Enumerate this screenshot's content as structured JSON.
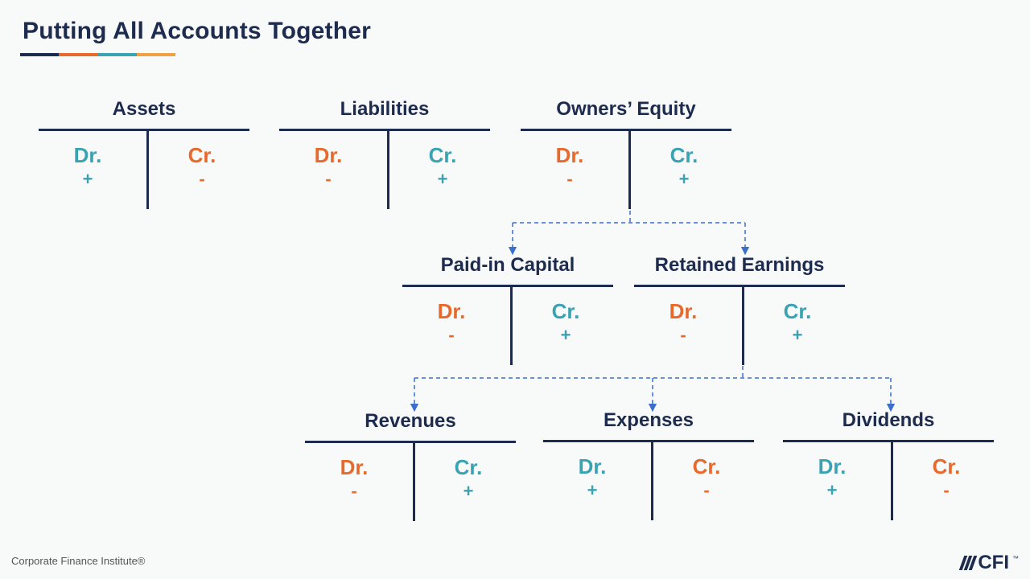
{
  "title": "Putting All Accounts Together",
  "colors": {
    "navy": "#1d2b4e",
    "debit_label": "#3aa3b3",
    "credit_label": "#e8692c",
    "teal": "#3aa3b3",
    "orange": "#e8692c",
    "connector": "#3b6fc9",
    "title_bar": [
      "#1d2b4e",
      "#e8692c",
      "#3aa3b3",
      "#f0a040"
    ]
  },
  "accounts": [
    {
      "id": "assets",
      "title": "Assets",
      "left": {
        "label": "Dr.",
        "sign": "+",
        "color": "teal"
      },
      "right": {
        "label": "Cr.",
        "sign": "-",
        "color": "orange"
      }
    },
    {
      "id": "liabilities",
      "title": "Liabilities",
      "left": {
        "label": "Dr.",
        "sign": "-",
        "color": "orange"
      },
      "right": {
        "label": "Cr.",
        "sign": "+",
        "color": "teal"
      }
    },
    {
      "id": "owners-equity",
      "title": "Owners’ Equity",
      "left": {
        "label": "Dr.",
        "sign": "-",
        "color": "orange"
      },
      "right": {
        "label": "Cr.",
        "sign": "+",
        "color": "teal"
      }
    },
    {
      "id": "paid-in-capital",
      "title": "Paid-in Capital",
      "left": {
        "label": "Dr.",
        "sign": "-",
        "color": "orange"
      },
      "right": {
        "label": "Cr.",
        "sign": "+",
        "color": "teal"
      }
    },
    {
      "id": "retained-earnings",
      "title": "Retained Earnings",
      "left": {
        "label": "Dr.",
        "sign": "-",
        "color": "orange"
      },
      "right": {
        "label": "Cr.",
        "sign": "+",
        "color": "teal"
      }
    },
    {
      "id": "revenues",
      "title": "Revenues",
      "left": {
        "label": "Dr.",
        "sign": "-",
        "color": "orange"
      },
      "right": {
        "label": "Cr.",
        "sign": "+",
        "color": "teal"
      }
    },
    {
      "id": "expenses",
      "title": "Expenses",
      "left": {
        "label": "Dr.",
        "sign": "+",
        "color": "teal"
      },
      "right": {
        "label": "Cr.",
        "sign": "-",
        "color": "orange"
      }
    },
    {
      "id": "dividends",
      "title": "Dividends",
      "left": {
        "label": "Dr.",
        "sign": "+",
        "color": "teal"
      },
      "right": {
        "label": "Cr.",
        "sign": "-",
        "color": "orange"
      }
    }
  ],
  "footer": "Corporate Finance Institute®",
  "logo": {
    "text": "CFI",
    "tm": "™"
  }
}
